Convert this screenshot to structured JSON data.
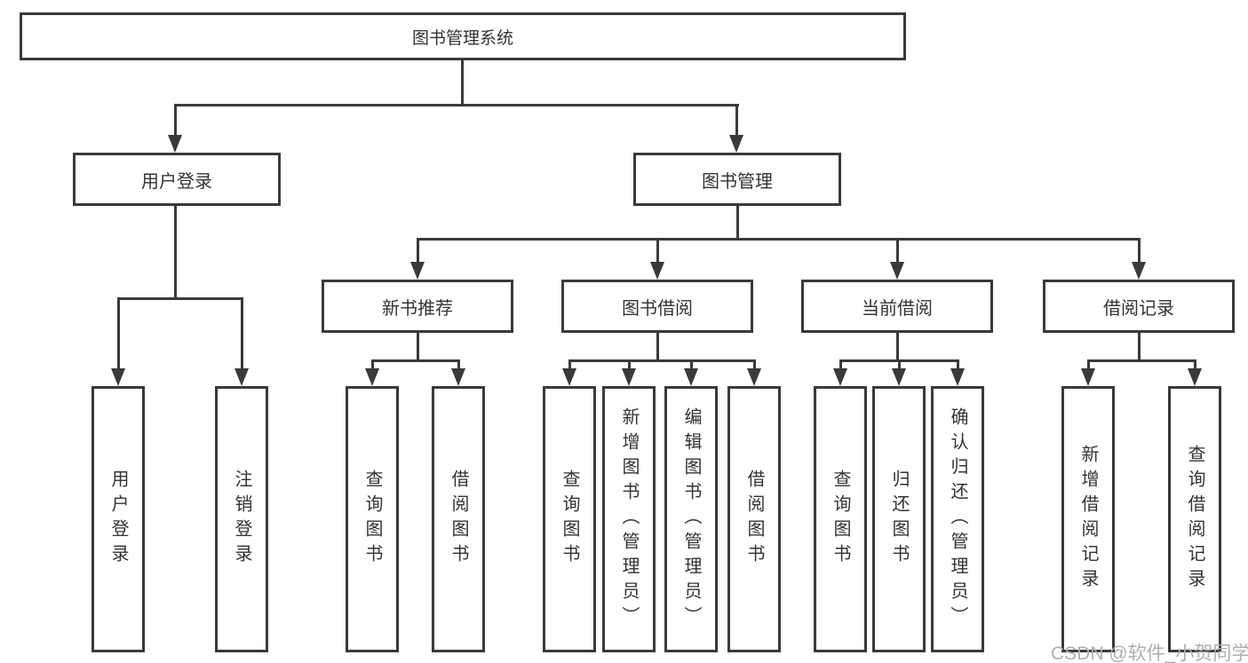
{
  "tree": {
    "label": "图书管理系统",
    "children": [
      {
        "label": "用户登录",
        "children": [
          {
            "label": "用户登录"
          },
          {
            "label": "注销登录"
          }
        ]
      },
      {
        "label": "图书管理",
        "children": [
          {
            "label": "新书推荐",
            "children": [
              {
                "label": "查询图书"
              },
              {
                "label": "借阅图书"
              }
            ]
          },
          {
            "label": "图书借阅",
            "children": [
              {
                "label": "查询图书"
              },
              {
                "label": "新增图书（管理员）"
              },
              {
                "label": "编辑图书（管理员）"
              },
              {
                "label": "借阅图书"
              }
            ]
          },
          {
            "label": "当前借阅",
            "children": [
              {
                "label": "查询图书"
              },
              {
                "label": "归还图书"
              },
              {
                "label": "确认归还（管理员）"
              }
            ]
          },
          {
            "label": "借阅记录",
            "children": [
              {
                "label": "新增借阅记录"
              },
              {
                "label": "查询借阅记录"
              }
            ]
          }
        ]
      }
    ]
  },
  "watermark": {
    "text": "CSDN @软件_小贺同学"
  },
  "colors": {
    "border": "#3a3a3a",
    "line": "#3a3a3a",
    "text": "#333333",
    "background": "#ffffff",
    "watermark": "#aeaeb4"
  }
}
